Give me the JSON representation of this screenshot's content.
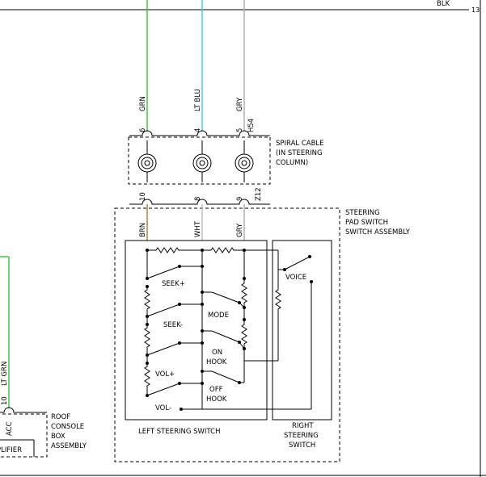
{
  "colors": {
    "grn": "#32c832",
    "lt_blu": "#33ccee",
    "gry": "#aaaaaa",
    "brn": "#b07a2a",
    "lt_grn": "#32c832",
    "wht": "#bbbbbb",
    "blk": "#000000"
  },
  "top": {
    "wire_label": "BLK",
    "page_ref": "13"
  },
  "spiral_cable": {
    "label_lines": [
      "SPIRAL CABLE",
      "(IN STEERING",
      "COLUMN)"
    ],
    "wires": [
      {
        "color_label": "GRN",
        "pin": "6"
      },
      {
        "color_label": "LT BLU",
        "pin": "4"
      },
      {
        "color_label": "GRY",
        "pin": "5",
        "circuit": "H54"
      }
    ]
  },
  "pad_assembly": {
    "label_lines": [
      "STEERING",
      "PAD SWITCH",
      "SWITCH ASSEMBLY"
    ],
    "wires": [
      {
        "color_label": "BRN",
        "pin": "10"
      },
      {
        "color_label": "WHT",
        "pin": "8"
      },
      {
        "color_label": "GRY",
        "pin": "9",
        "circuit": "Z12"
      }
    ]
  },
  "left_switch": {
    "title": "LEFT STEERING SWITCH",
    "buttons": [
      "SEEK+",
      "SEEK-",
      "VOL+",
      "VOL-",
      "MODE",
      "ON",
      "HOOK",
      "OFF",
      "HOOK"
    ]
  },
  "right_switch": {
    "title_lines": [
      "RIGHT",
      "STEERING",
      "SWITCH"
    ],
    "button": "VOICE"
  },
  "roof_console": {
    "label_lines": [
      "ROOF",
      "CONSOLE",
      "BOX",
      "ASSEMBLY"
    ],
    "pin": "10",
    "pin_name": "ACC",
    "wire_label": "LT GRN",
    "cut_label": "PLIFIER"
  }
}
